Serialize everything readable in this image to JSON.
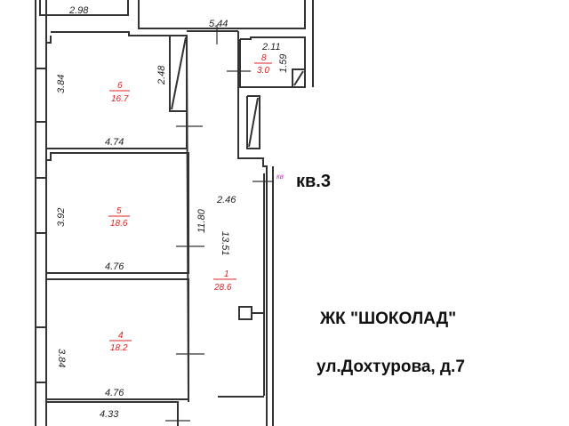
{
  "plan": {
    "apartment_label": "кв.3",
    "complex_name": "ЖК \"ШОКОЛАД\"",
    "address": "ул.Дохтурова, д.7",
    "colors": {
      "walls": "#333333",
      "room_labels": "#e02020",
      "marker": "#cc33cc",
      "text": "#111111"
    },
    "dimensions": {
      "top_room_width": "2.98",
      "corridor_top": "5.44",
      "room6_height": "3.84",
      "room6_width": "4.74",
      "closet_height": "2.48",
      "small_room_width": "2.11",
      "small_room_height": "1.59",
      "room5_height": "3.92",
      "room5_width": "4.76",
      "corridor_width": "2.46",
      "wall_length": "11.80",
      "corridor_length": "13.51",
      "room4_height": "3.84",
      "room4_width": "4.76",
      "bottom_room_width": "4.33"
    },
    "rooms": [
      {
        "number": "6",
        "area": "16.7"
      },
      {
        "number": "8",
        "area": "3.0"
      },
      {
        "number": "5",
        "area": "18.6"
      },
      {
        "number": "1",
        "area": "28.6"
      },
      {
        "number": "4",
        "area": "18.2"
      }
    ],
    "entrance_marker": "кв"
  }
}
